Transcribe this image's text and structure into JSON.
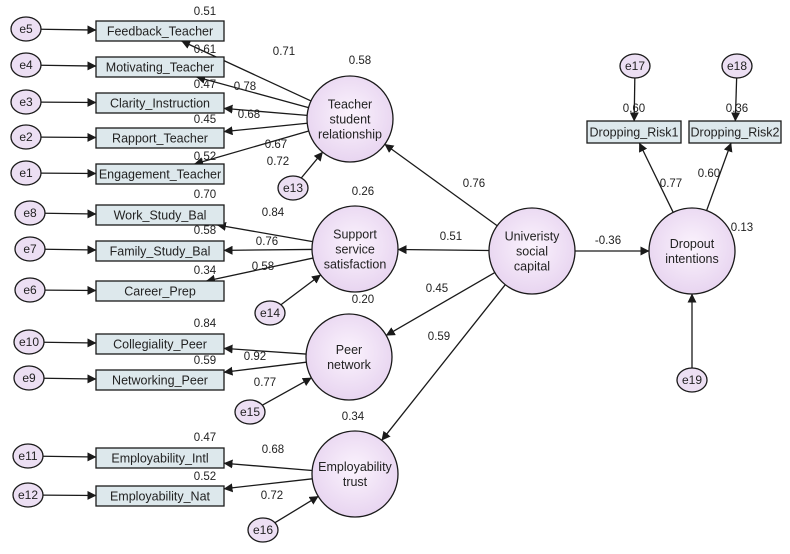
{
  "colors": {
    "box_fill": "#dde8ec",
    "latent_fill_inner": "#fbf3fd",
    "latent_fill_outer": "#e6d2ef",
    "error_fill": "#ecdff3",
    "stroke": "#1a1a1a"
  },
  "diagram": {
    "observed": [
      {
        "id": "fb",
        "label": "Feedback_Teacher",
        "r2": "0.51"
      },
      {
        "id": "mt",
        "label": "Motivating_Teacher",
        "r2": "0.61"
      },
      {
        "id": "ci",
        "label": "Clarity_Instruction",
        "r2": "0.47"
      },
      {
        "id": "rt",
        "label": "Rapport_Teacher",
        "r2": "0.45"
      },
      {
        "id": "et",
        "label": "Engagement_Teacher",
        "r2": "0.52"
      },
      {
        "id": "ws",
        "label": "Work_Study_Bal",
        "r2": "0.70"
      },
      {
        "id": "fs",
        "label": "Family_Study_Bal",
        "r2": "0.58"
      },
      {
        "id": "cp",
        "label": "Career_Prep",
        "r2": "0.34"
      },
      {
        "id": "cg",
        "label": "Collegiality_Peer",
        "r2": "0.84"
      },
      {
        "id": "np",
        "label": "Networking_Peer",
        "r2": "0.59"
      },
      {
        "id": "ei",
        "label": "Employability_Intl",
        "r2": "0.47"
      },
      {
        "id": "en",
        "label": "Employability_Nat",
        "r2": "0.52"
      },
      {
        "id": "dr1",
        "label": "Dropping_Risk1",
        "r2": "0.60"
      },
      {
        "id": "dr2",
        "label": "Dropping_Risk2",
        "r2": "0.36"
      }
    ],
    "latent": [
      {
        "id": "tsr",
        "lines": [
          "Teacher",
          "student",
          "relationship"
        ],
        "r2": "0.58"
      },
      {
        "id": "sss",
        "lines": [
          "Support",
          "service",
          "satisfaction"
        ],
        "r2": "0.26"
      },
      {
        "id": "pn",
        "lines": [
          "Peer",
          "network"
        ],
        "r2": "0.20"
      },
      {
        "id": "emt",
        "lines": [
          "Employability",
          "trust"
        ],
        "r2": "0.34"
      },
      {
        "id": "usc",
        "lines": [
          "Univeristy",
          "social",
          "capital"
        ],
        "r2": ""
      },
      {
        "id": "di",
        "lines": [
          "Dropout",
          "intentions"
        ],
        "r2": "0.13"
      }
    ],
    "errors": [
      {
        "id": "e5",
        "label": "e5"
      },
      {
        "id": "e4",
        "label": "e4"
      },
      {
        "id": "e3",
        "label": "e3"
      },
      {
        "id": "e2",
        "label": "e2"
      },
      {
        "id": "e1",
        "label": "e1"
      },
      {
        "id": "e8",
        "label": "e8"
      },
      {
        "id": "e7",
        "label": "e7"
      },
      {
        "id": "e6",
        "label": "e6"
      },
      {
        "id": "e10",
        "label": "e10"
      },
      {
        "id": "e9",
        "label": "e9"
      },
      {
        "id": "e11",
        "label": "e11"
      },
      {
        "id": "e12",
        "label": "e12"
      },
      {
        "id": "e13",
        "label": "e13"
      },
      {
        "id": "e14",
        "label": "e14"
      },
      {
        "id": "e15",
        "label": "e15"
      },
      {
        "id": "e16",
        "label": "e16"
      },
      {
        "id": "e17",
        "label": "e17"
      },
      {
        "id": "e18",
        "label": "e18"
      },
      {
        "id": "e19",
        "label": "e19"
      }
    ],
    "paths": [
      {
        "from": "tsr",
        "to": "fb",
        "coef": "0.71"
      },
      {
        "from": "tsr",
        "to": "mt",
        "coef": "0.78"
      },
      {
        "from": "tsr",
        "to": "ci",
        "coef": "0.68"
      },
      {
        "from": "tsr",
        "to": "rt",
        "coef": "0.67"
      },
      {
        "from": "tsr",
        "to": "et",
        "coef": "0.72"
      },
      {
        "from": "sss",
        "to": "ws",
        "coef": "0.84"
      },
      {
        "from": "sss",
        "to": "fs",
        "coef": "0.76"
      },
      {
        "from": "sss",
        "to": "cp",
        "coef": "0.58"
      },
      {
        "from": "pn",
        "to": "cg",
        "coef": "0.92"
      },
      {
        "from": "pn",
        "to": "np",
        "coef": "0.77"
      },
      {
        "from": "emt",
        "to": "ei",
        "coef": "0.68"
      },
      {
        "from": "emt",
        "to": "en",
        "coef": "0.72"
      },
      {
        "from": "usc",
        "to": "tsr",
        "coef": "0.76"
      },
      {
        "from": "usc",
        "to": "sss",
        "coef": "0.51"
      },
      {
        "from": "usc",
        "to": "pn",
        "coef": "0.45"
      },
      {
        "from": "usc",
        "to": "emt",
        "coef": "0.59"
      },
      {
        "from": "usc",
        "to": "di",
        "coef": "-0.36"
      },
      {
        "from": "di",
        "to": "dr1",
        "coef": "0.77"
      },
      {
        "from": "di",
        "to": "dr2",
        "coef": "0.60"
      },
      {
        "from": "e5",
        "to": "fb",
        "coef": ""
      },
      {
        "from": "e4",
        "to": "mt",
        "coef": ""
      },
      {
        "from": "e3",
        "to": "ci",
        "coef": ""
      },
      {
        "from": "e2",
        "to": "rt",
        "coef": ""
      },
      {
        "from": "e1",
        "to": "et",
        "coef": ""
      },
      {
        "from": "e8",
        "to": "ws",
        "coef": ""
      },
      {
        "from": "e7",
        "to": "fs",
        "coef": ""
      },
      {
        "from": "e6",
        "to": "cp",
        "coef": ""
      },
      {
        "from": "e10",
        "to": "cg",
        "coef": ""
      },
      {
        "from": "e9",
        "to": "np",
        "coef": ""
      },
      {
        "from": "e11",
        "to": "ei",
        "coef": ""
      },
      {
        "from": "e12",
        "to": "en",
        "coef": ""
      },
      {
        "from": "e13",
        "to": "tsr",
        "coef": ""
      },
      {
        "from": "e14",
        "to": "sss",
        "coef": ""
      },
      {
        "from": "e15",
        "to": "pn",
        "coef": ""
      },
      {
        "from": "e16",
        "to": "emt",
        "coef": ""
      },
      {
        "from": "e17",
        "to": "dr1",
        "coef": ""
      },
      {
        "from": "e18",
        "to": "dr2",
        "coef": ""
      },
      {
        "from": "e19",
        "to": "di",
        "coef": ""
      }
    ]
  }
}
